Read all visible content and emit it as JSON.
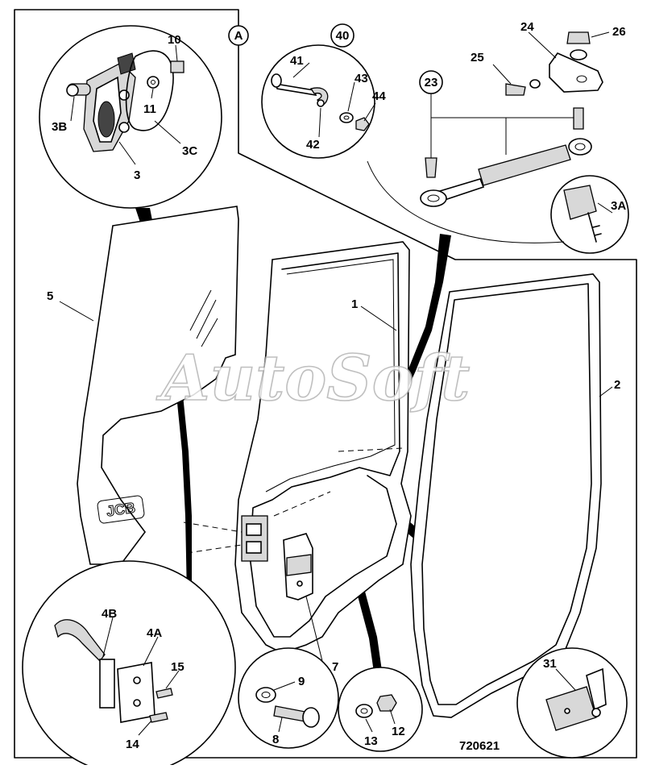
{
  "diagram": {
    "figure_number": "720621",
    "watermark": "AutoSoft",
    "callouts": {
      "A": "A",
      "c40": "40",
      "c23": "23"
    },
    "labels": {
      "l1": "1",
      "l2": "2",
      "l3": "3",
      "l3A": "3A",
      "l3B": "3B",
      "l3C": "3C",
      "l4A": "4A",
      "l4B": "4B",
      "l5": "5",
      "l7": "7",
      "l8": "8",
      "l9": "9",
      "l10": "10",
      "l11": "11",
      "l12": "12",
      "l13": "13",
      "l14": "14",
      "l15": "15",
      "l24": "24",
      "l25": "25",
      "l26": "26",
      "l31": "31",
      "l41": "41",
      "l42": "42",
      "l43": "43",
      "l44": "44"
    },
    "brand_mark": "JCB"
  }
}
